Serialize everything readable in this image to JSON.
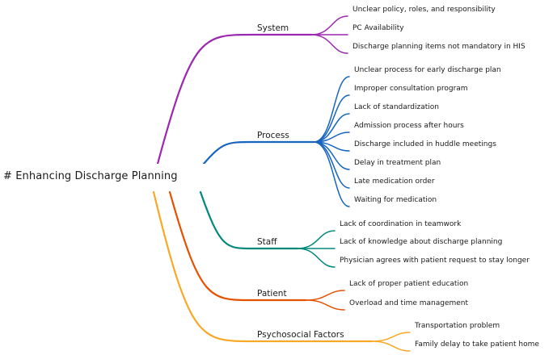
{
  "root": {
    "label": "# Enhancing Discharge Planning"
  },
  "branches": [
    {
      "id": "system",
      "label": "System",
      "color": "#9c27b0",
      "items": [
        "Unclear policy, roles, and responsibility",
        "PC Availability",
        "Discharge planning items not mandatory in HIS"
      ]
    },
    {
      "id": "process",
      "label": "Process",
      "color": "#1565c0",
      "items": [
        "Unclear process for early discharge plan",
        "Improper consultation program",
        "Lack of standardization",
        "Admission process after hours",
        "Discharge included in huddle meetings",
        "Delay in treatment plan",
        "Late medication order",
        "Waiting for medication"
      ]
    },
    {
      "id": "staff",
      "label": "Staff",
      "color": "#00897b",
      "items": [
        "Lack of coordination in teamwork",
        "Lack of knowledge about discharge planning",
        "Physician agrees with patient request to stay longer"
      ]
    },
    {
      "id": "patient",
      "label": "Patient",
      "color": "#e65100",
      "items": [
        "Lack of proper patient education",
        "Overload and time management"
      ]
    },
    {
      "id": "psychosocial",
      "label": "Psychosocial Factors",
      "color": "#f9a825",
      "items": [
        "Transportation problem",
        "Family delay to take patient home"
      ]
    }
  ]
}
